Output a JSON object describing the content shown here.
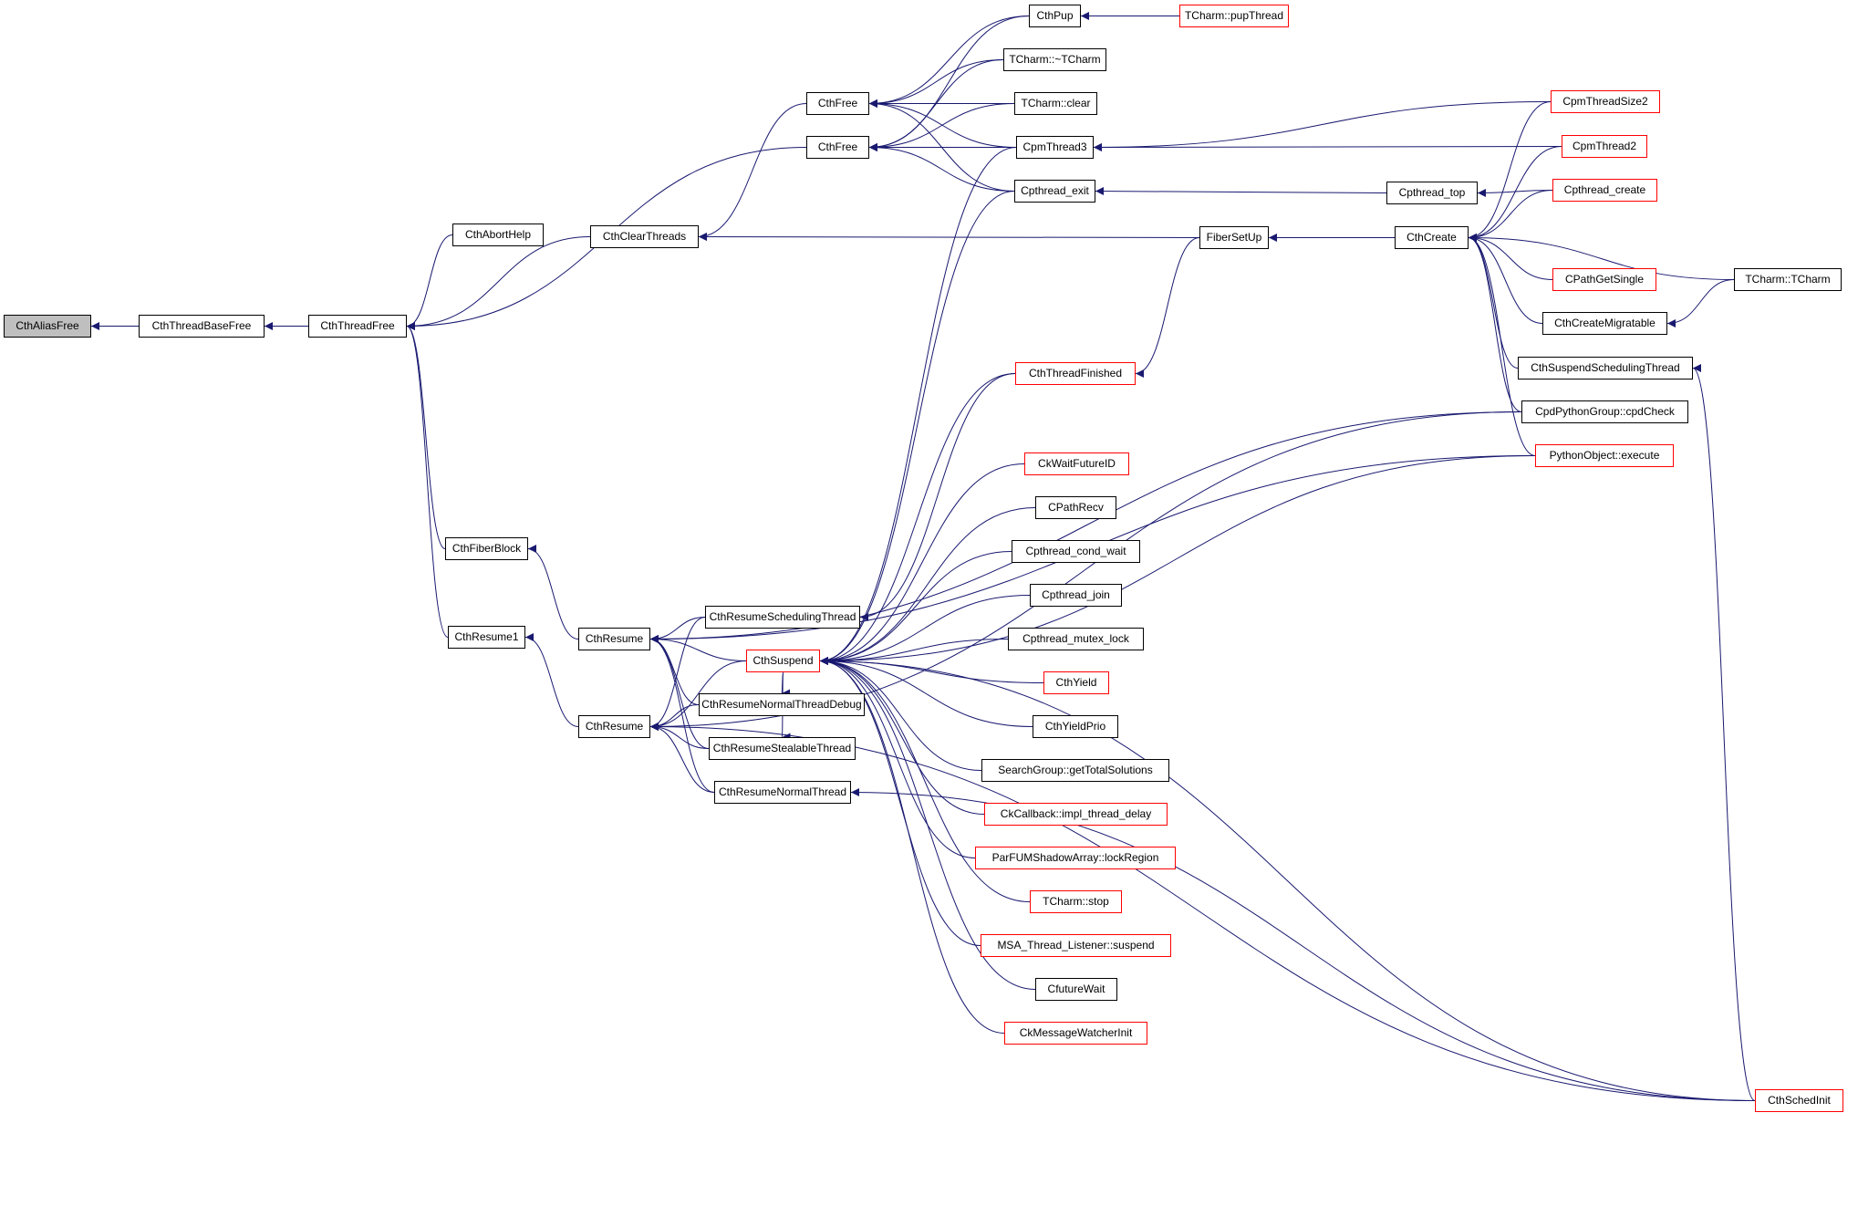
{
  "diagram": {
    "type": "call-graph",
    "direction": "right-to-left",
    "edge_color": "#191970",
    "external_border_color": "#ff0000",
    "root_fill": "#bfbfbf",
    "nodes": [
      {
        "id": "n_aliasfree",
        "label": "CthAliasFree",
        "kind": "root"
      },
      {
        "id": "n_basefree",
        "label": "CthThreadBaseFree",
        "kind": "normal"
      },
      {
        "id": "n_threadfree",
        "label": "CthThreadFree",
        "kind": "normal"
      },
      {
        "id": "n_aborthelp",
        "label": "CthAbortHelp",
        "kind": "normal"
      },
      {
        "id": "n_clearthreads",
        "label": "CthClearThreads",
        "kind": "normal"
      },
      {
        "id": "n_fiberblock",
        "label": "CthFiberBlock",
        "kind": "normal"
      },
      {
        "id": "n_resume1",
        "label": "CthResume1",
        "kind": "normal"
      },
      {
        "id": "n_resumeA",
        "label": "CthResume",
        "kind": "normal"
      },
      {
        "id": "n_resumeB",
        "label": "CthResume",
        "kind": "normal"
      },
      {
        "id": "n_freeA",
        "label": "CthFree",
        "kind": "normal"
      },
      {
        "id": "n_freeB",
        "label": "CthFree",
        "kind": "normal"
      },
      {
        "id": "n_resumesched",
        "label": "CthResumeSchedulingThread",
        "kind": "normal"
      },
      {
        "id": "n_suspend",
        "label": "CthSuspend",
        "kind": "external"
      },
      {
        "id": "n_resumenormdbg",
        "label": "CthResumeNormalThreadDebug",
        "kind": "normal"
      },
      {
        "id": "n_resumesteal",
        "label": "CthResumeStealableThread",
        "kind": "normal"
      },
      {
        "id": "n_resumenorm",
        "label": "CthResumeNormalThread",
        "kind": "normal"
      },
      {
        "id": "n_pup",
        "label": "CthPup",
        "kind": "normal"
      },
      {
        "id": "n_dtor",
        "label": "TCharm::~TCharm",
        "kind": "normal"
      },
      {
        "id": "n_clear",
        "label": "TCharm::clear",
        "kind": "normal"
      },
      {
        "id": "n_cpm3",
        "label": "CpmThread3",
        "kind": "normal"
      },
      {
        "id": "n_pexit",
        "label": "Cpthread_exit",
        "kind": "normal"
      },
      {
        "id": "n_threadfinished",
        "label": "CthThreadFinished",
        "kind": "external"
      },
      {
        "id": "n_ckwait",
        "label": "CkWaitFutureID",
        "kind": "external"
      },
      {
        "id": "n_cpathrecv",
        "label": "CPathRecv",
        "kind": "normal"
      },
      {
        "id": "n_condwait",
        "label": "Cpthread_cond_wait",
        "kind": "normal"
      },
      {
        "id": "n_join",
        "label": "Cpthread_join",
        "kind": "normal"
      },
      {
        "id": "n_mutexlock",
        "label": "Cpthread_mutex_lock",
        "kind": "normal"
      },
      {
        "id": "n_yield",
        "label": "CthYield",
        "kind": "external"
      },
      {
        "id": "n_yieldprio",
        "label": "CthYieldPrio",
        "kind": "normal"
      },
      {
        "id": "n_searchgroup",
        "label": "SearchGroup::getTotalSolutions",
        "kind": "normal"
      },
      {
        "id": "n_ckcallback",
        "label": "CkCallback::impl_thread_delay",
        "kind": "external"
      },
      {
        "id": "n_parfum",
        "label": "ParFUMShadowArray::lockRegion",
        "kind": "external"
      },
      {
        "id": "n_tcstop",
        "label": "TCharm::stop",
        "kind": "external"
      },
      {
        "id": "n_msa",
        "label": "MSA_Thread_Listener::suspend",
        "kind": "external"
      },
      {
        "id": "n_cfuture",
        "label": "CfutureWait",
        "kind": "normal"
      },
      {
        "id": "n_ckmsgwatch",
        "label": "CkMessageWatcherInit",
        "kind": "external"
      },
      {
        "id": "n_puptheread",
        "label": "TCharm::pupThread",
        "kind": "external"
      },
      {
        "id": "n_fibersetup",
        "label": "FiberSetUp",
        "kind": "normal"
      },
      {
        "id": "n_ptop",
        "label": "Cpthread_top",
        "kind": "normal"
      },
      {
        "id": "n_create",
        "label": "CthCreate",
        "kind": "normal"
      },
      {
        "id": "n_cpmsize2",
        "label": "CpmThreadSize2",
        "kind": "external"
      },
      {
        "id": "n_cpm2",
        "label": "CpmThread2",
        "kind": "external"
      },
      {
        "id": "n_pcreate",
        "label": "Cpthread_create",
        "kind": "external"
      },
      {
        "id": "n_cpathgetsingle",
        "label": "CPathGetSingle",
        "kind": "external"
      },
      {
        "id": "n_createmig",
        "label": "CthCreateMigratable",
        "kind": "normal"
      },
      {
        "id": "n_tctcharm",
        "label": "TCharm::TCharm",
        "kind": "normal"
      },
      {
        "id": "n_suspendsched",
        "label": "CthSuspendSchedulingThread",
        "kind": "normal"
      },
      {
        "id": "n_cpdpython",
        "label": "CpdPythonGroup::cpdCheck",
        "kind": "normal"
      },
      {
        "id": "n_pyexec",
        "label": "PythonObject::execute",
        "kind": "external"
      },
      {
        "id": "n_schedinit",
        "label": "CthSchedInit",
        "kind": "external"
      }
    ],
    "edges": [
      {
        "from": "n_basefree",
        "to": "n_aliasfree"
      },
      {
        "from": "n_threadfree",
        "to": "n_basefree"
      },
      {
        "from": "n_aborthelp",
        "to": "n_threadfree"
      },
      {
        "from": "n_clearthreads",
        "to": "n_threadfree"
      },
      {
        "from": "n_freeB",
        "to": "n_threadfree"
      },
      {
        "from": "n_fiberblock",
        "to": "n_threadfree"
      },
      {
        "from": "n_resume1",
        "to": "n_threadfree"
      },
      {
        "from": "n_freeA",
        "to": "n_clearthreads"
      },
      {
        "from": "n_fibersetup",
        "to": "n_clearthreads"
      },
      {
        "from": "n_resumeA",
        "to": "n_fiberblock"
      },
      {
        "from": "n_resumeB",
        "to": "n_resume1"
      },
      {
        "from": "n_pup",
        "to": "n_freeA"
      },
      {
        "from": "n_dtor",
        "to": "n_freeA"
      },
      {
        "from": "n_clear",
        "to": "n_freeA"
      },
      {
        "from": "n_cpm3",
        "to": "n_freeA"
      },
      {
        "from": "n_pexit",
        "to": "n_freeA"
      },
      {
        "from": "n_pup",
        "to": "n_freeB"
      },
      {
        "from": "n_dtor",
        "to": "n_freeB"
      },
      {
        "from": "n_clear",
        "to": "n_freeB"
      },
      {
        "from": "n_cpm3",
        "to": "n_freeB"
      },
      {
        "from": "n_pexit",
        "to": "n_freeB"
      },
      {
        "from": "n_puptheread",
        "to": "n_pup"
      },
      {
        "from": "n_cpmsize2",
        "to": "n_cpm3"
      },
      {
        "from": "n_cpm2",
        "to": "n_cpm3"
      },
      {
        "from": "n_ptop",
        "to": "n_pexit"
      },
      {
        "from": "n_create",
        "to": "n_fibersetup"
      },
      {
        "from": "n_pcreate",
        "to": "n_ptop"
      },
      {
        "from": "n_cpmsize2",
        "to": "n_create"
      },
      {
        "from": "n_cpm2",
        "to": "n_create"
      },
      {
        "from": "n_pcreate",
        "to": "n_create"
      },
      {
        "from": "n_tctcharm",
        "to": "n_create"
      },
      {
        "from": "n_cpathgetsingle",
        "to": "n_create"
      },
      {
        "from": "n_createmig",
        "to": "n_create"
      },
      {
        "from": "n_suspendsched",
        "to": "n_create"
      },
      {
        "from": "n_cpdpython",
        "to": "n_create"
      },
      {
        "from": "n_pyexec",
        "to": "n_create"
      },
      {
        "from": "n_tctcharm",
        "to": "n_createmig"
      },
      {
        "from": "n_schedinit",
        "to": "n_suspendsched"
      },
      {
        "from": "n_fibersetup",
        "to": "n_threadfinished"
      },
      {
        "from": "n_resumesched",
        "to": "n_resumeA"
      },
      {
        "from": "n_suspend",
        "to": "n_resumeA"
      },
      {
        "from": "n_resumenormdbg",
        "to": "n_resumeA"
      },
      {
        "from": "n_resumesteal",
        "to": "n_resumeA"
      },
      {
        "from": "n_resumenorm",
        "to": "n_resumeA"
      },
      {
        "from": "n_cpdpython",
        "to": "n_resumeA"
      },
      {
        "from": "n_pyexec",
        "to": "n_resumeA"
      },
      {
        "from": "n_resumesched",
        "to": "n_resumeB"
      },
      {
        "from": "n_suspend",
        "to": "n_resumeB"
      },
      {
        "from": "n_resumenormdbg",
        "to": "n_resumeB"
      },
      {
        "from": "n_resumesteal",
        "to": "n_resumeB"
      },
      {
        "from": "n_resumenorm",
        "to": "n_resumeB"
      },
      {
        "from": "n_schedinit",
        "to": "n_resumeB"
      },
      {
        "from": "n_cpdpython",
        "to": "n_resumeB"
      },
      {
        "from": "n_threadfinished",
        "to": "n_resumesched"
      },
      {
        "from": "n_cpm3",
        "to": "n_suspend"
      },
      {
        "from": "n_pexit",
        "to": "n_suspend"
      },
      {
        "from": "n_threadfinished",
        "to": "n_suspend"
      },
      {
        "from": "n_ckwait",
        "to": "n_suspend"
      },
      {
        "from": "n_cpathrecv",
        "to": "n_suspend"
      },
      {
        "from": "n_condwait",
        "to": "n_suspend"
      },
      {
        "from": "n_join",
        "to": "n_suspend"
      },
      {
        "from": "n_mutexlock",
        "to": "n_suspend"
      },
      {
        "from": "n_yield",
        "to": "n_suspend"
      },
      {
        "from": "n_yieldprio",
        "to": "n_suspend"
      },
      {
        "from": "n_searchgroup",
        "to": "n_suspend"
      },
      {
        "from": "n_ckcallback",
        "to": "n_suspend"
      },
      {
        "from": "n_parfum",
        "to": "n_suspend"
      },
      {
        "from": "n_tcstop",
        "to": "n_suspend"
      },
      {
        "from": "n_msa",
        "to": "n_suspend"
      },
      {
        "from": "n_cfuture",
        "to": "n_suspend"
      },
      {
        "from": "n_ckmsgwatch",
        "to": "n_suspend"
      },
      {
        "from": "n_schedinit",
        "to": "n_suspend"
      },
      {
        "from": "n_pyexec",
        "to": "n_suspend"
      },
      {
        "from": "n_schedinit",
        "to": "n_resumenorm"
      },
      {
        "from": "n_suspend",
        "to": "n_resumenormdbg"
      },
      {
        "from": "n_suspend",
        "to": "n_resumesteal"
      }
    ]
  }
}
